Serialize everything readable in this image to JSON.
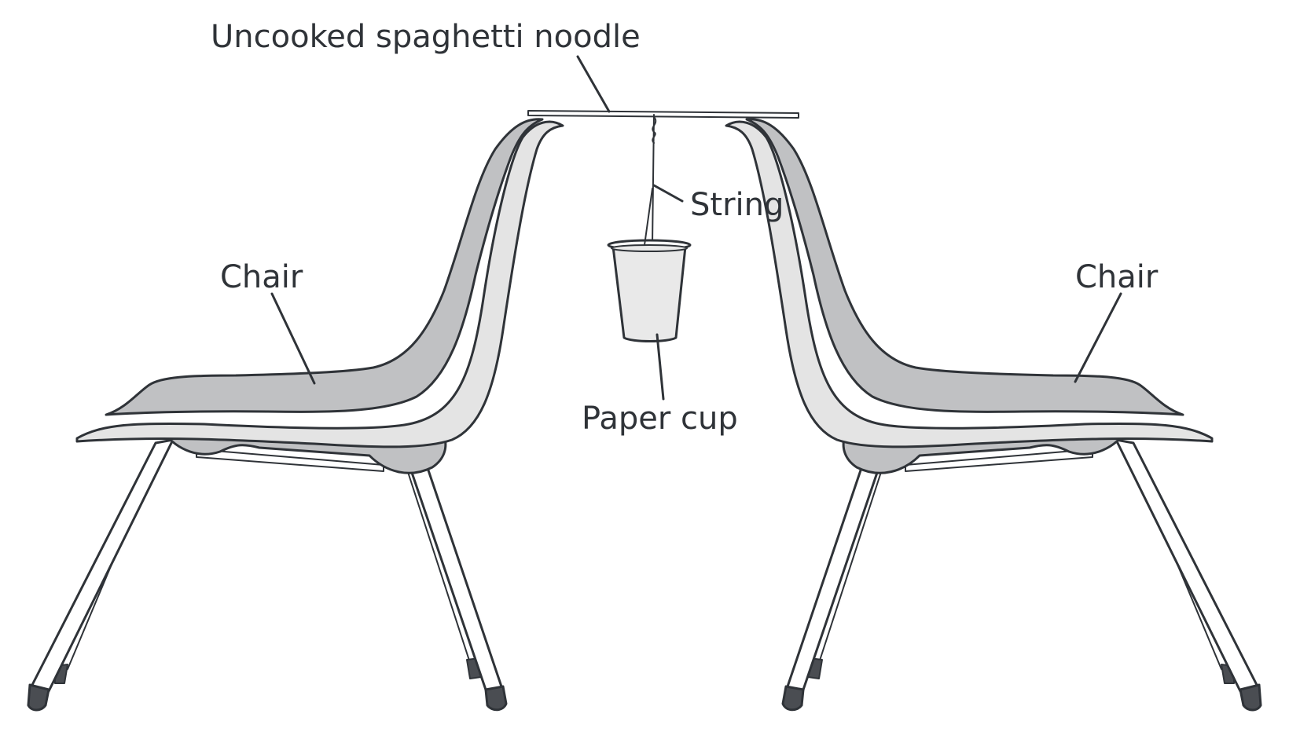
{
  "labels": {
    "spaghetti": "Uncooked spaghetti noodle",
    "string": "String",
    "cup": "Paper cup",
    "chair_left": "Chair",
    "chair_right": "Chair"
  },
  "colors": {
    "ink": "#2f3338",
    "chair_dark": "#c0c1c3",
    "chair_light": "#e4e4e4",
    "cup_fill": "#e9e9e9",
    "foot": "#4a4d52"
  }
}
